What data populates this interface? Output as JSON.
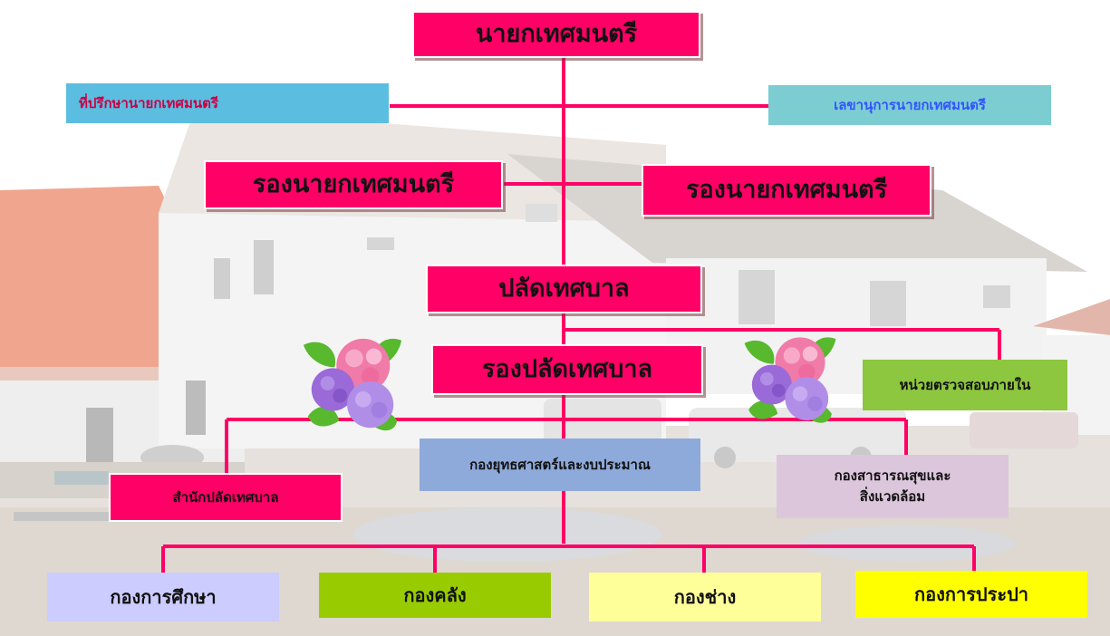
{
  "diagram": {
    "mayor": "นายกเทศมนตรี",
    "advisor": "ที่ปรึกษานายกเทศมนตรี",
    "secretary": "เลขานุการนายกเทศมนตรี",
    "deputy_left": "รองนายกเทศมนตรี",
    "deputy_right": "รองนายกเทศมนตรี",
    "clerk": "ปลัดเทศบาล",
    "deputy_clerk": "รองปลัดเทศบาล",
    "audit_unit": "หน่วยตรวจสอบภายใน",
    "clerk_office": "สำนักปลัดเทศบาล",
    "strategy_budget": "กองยุทธศาสตร์และงบประมาณ",
    "public_health_line1": "กองสาธารณสุขและ",
    "public_health_line2": "สิ่งแวดล้อม",
    "education": "กองการศึกษา",
    "finance": "กองคลัง",
    "engineering": "กองช่าง",
    "waterworks": "กองการประปา"
  },
  "colors": {
    "pink": "#ff0066",
    "line": "#ff0066",
    "advisor_bg": "#5bbde0",
    "advisor_text": "#cc0044",
    "secretary_bg": "#7ccdd2",
    "secretary_text": "#3355ff",
    "audit_bg": "#8dc63f",
    "strategy_bg": "#8eaadb",
    "health_bg": "#dcc6dc",
    "education_bg": "#ccccff",
    "finance_bg": "#99cc00",
    "engineering_bg": "#ffff99",
    "waterworks_bg": "#ffff00"
  }
}
